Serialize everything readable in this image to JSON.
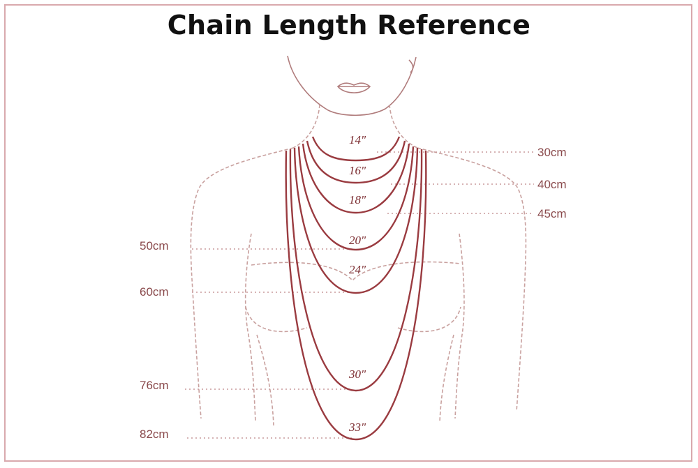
{
  "title": "Chain Length Reference",
  "colors": {
    "chain": "#9a3b40",
    "body_outline": "#c9a19f",
    "label": "#8a4a4c",
    "frame": "#d9a9ad"
  },
  "chains": [
    {
      "inch": "14\"",
      "cm": "30cm"
    },
    {
      "inch": "16\"",
      "cm": "40cm"
    },
    {
      "inch": "18\"",
      "cm": "45cm"
    },
    {
      "inch": "20\"",
      "cm": "50cm"
    },
    {
      "inch": "24\"",
      "cm": "60cm"
    },
    {
      "inch": "30\"",
      "cm": "76cm"
    },
    {
      "inch": "33\"",
      "cm": "82cm"
    }
  ]
}
